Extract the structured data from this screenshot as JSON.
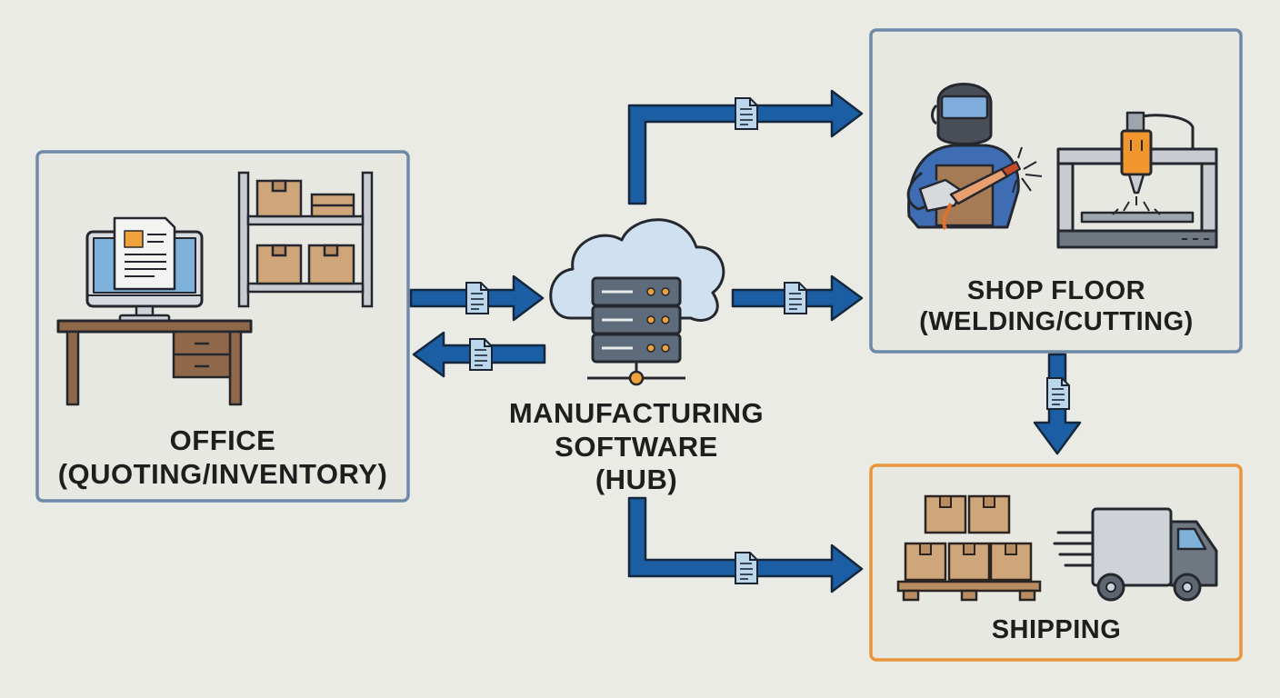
{
  "nodes": {
    "office": {
      "line1": "OFFICE",
      "line2": "(QUOTING/INVENTORY)",
      "border_color": "#6e8aa8"
    },
    "hub": {
      "line1": "MANUFACTURING",
      "line2": "SOFTWARE",
      "line3": "(HUB)"
    },
    "shop_floor": {
      "line1": "SHOP FLOOR",
      "line2": "(WELDING/CUTTING)",
      "border_color": "#6e8aa8"
    },
    "shipping": {
      "line1": "SHIPPING",
      "border_color": "#e8963c"
    }
  },
  "edges": [
    {
      "from": "office",
      "to": "hub",
      "icon": "document-icon"
    },
    {
      "from": "hub",
      "to": "office",
      "icon": "document-icon"
    },
    {
      "from": "hub",
      "to": "shop_floor",
      "icon": "document-icon"
    },
    {
      "from": "hub",
      "to": "shop_floor",
      "icon": "document-icon"
    },
    {
      "from": "shop_floor",
      "to": "shipping",
      "icon": "document-icon"
    },
    {
      "from": "hub",
      "to": "shipping",
      "icon": "document-icon"
    }
  ],
  "colors": {
    "arrow": "#1c5ea3",
    "arrow_outline": "#15273d",
    "background": "#ebebe6",
    "panel_fill": "#e8e8e3",
    "document": "#bcd6ec"
  }
}
